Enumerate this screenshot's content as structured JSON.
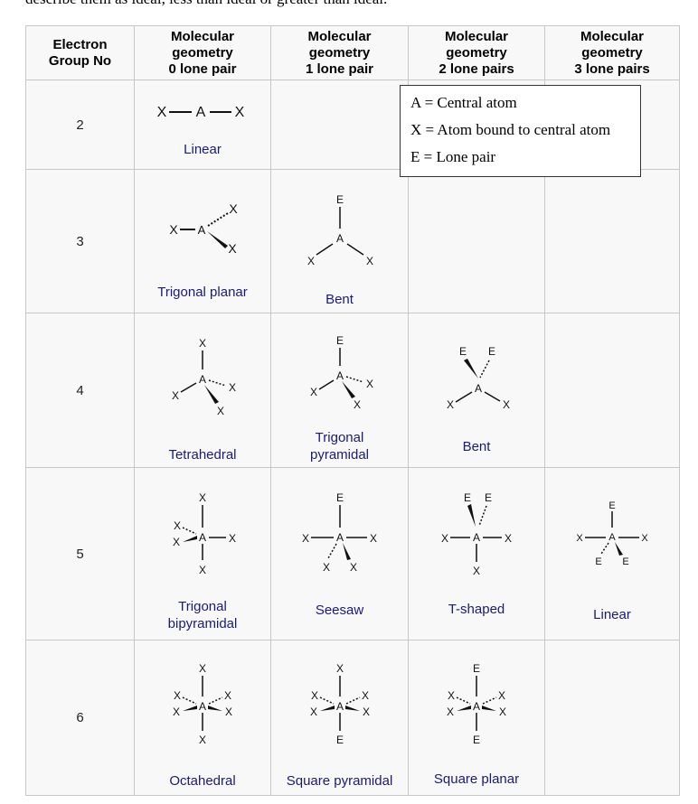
{
  "top_text": "describe them as ideal, less than ideal or greater than ideal.",
  "headers": {
    "col0": [
      "Electron",
      "Group No"
    ],
    "col1": [
      "Molecular",
      "geometry",
      "0 lone pair"
    ],
    "col2": [
      "Molecular",
      "geometry",
      "1 lone pair"
    ],
    "col3": [
      "Molecular",
      "geometry",
      "2 lone pairs"
    ],
    "col4": [
      "Molecular",
      "geometry",
      "3 lone pairs"
    ]
  },
  "rows": [
    {
      "group": "2",
      "c1": [
        "Linear"
      ]
    },
    {
      "group": "3",
      "c1": [
        "Trigonal planar"
      ],
      "c2": [
        "Bent"
      ]
    },
    {
      "group": "4",
      "c1": [
        "Tetrahedral"
      ],
      "c2": [
        "Trigonal",
        "pyramidal"
      ],
      "c3": [
        "Bent"
      ]
    },
    {
      "group": "5",
      "c1": [
        "Trigonal",
        "bipyramidal"
      ],
      "c2": [
        "Seesaw"
      ],
      "c3": [
        "T-shaped"
      ],
      "c4": [
        "Linear"
      ]
    },
    {
      "group": "6",
      "c1": [
        "Octahedral"
      ],
      "c2": [
        "Square pyramidal"
      ],
      "c3": [
        "Square planar"
      ]
    }
  ],
  "legend": {
    "line1": "A = Central atom",
    "line2": "X = Atom bound to central atom",
    "line3": "E = Lone pair"
  },
  "atoms": {
    "central": "A",
    "bound": "X",
    "lone": "E"
  }
}
